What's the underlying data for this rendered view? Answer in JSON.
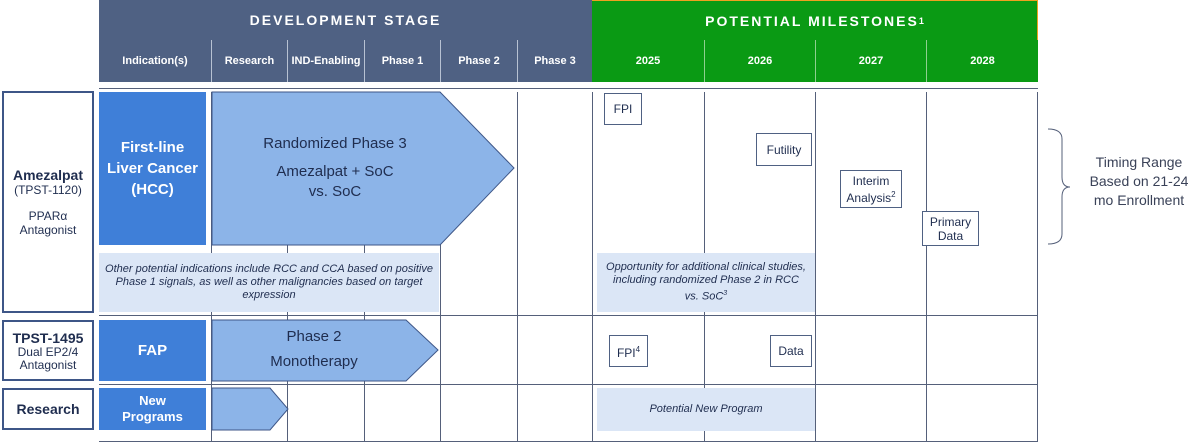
{
  "header": {
    "development_stage": "DEVELOPMENT STAGE",
    "potential_milestones": "POTENTIAL MILESTONES",
    "milestones_footnote": "1"
  },
  "columns": {
    "indications": "Indication(s)",
    "research": "Research",
    "ind_enabling": "IND-Enabling",
    "phase1": "Phase 1",
    "phase2": "Phase 2",
    "phase3": "Phase 3",
    "y2025": "2025",
    "y2026": "2026",
    "y2027": "2027",
    "y2028": "2028"
  },
  "rows": {
    "amezalpat": {
      "name": "Amezalpat",
      "code": "(TPST-1120)",
      "target": "PPARα Antagonist",
      "indication": "First-line Liver Cancer (HCC)",
      "arrow_title": "Randomized Phase 3",
      "arrow_line1": "Amezalpat + SoC",
      "arrow_line2": "vs. SoC",
      "note": "Other potential indications include RCC and CCA based on positive Phase 1 signals, as well as other malignancies based on target expression",
      "opportunity_note": "Opportunity for additional clinical studies, including randomized Phase 2 in RCC vs. SoC",
      "opportunity_footnote": "3",
      "milestones": {
        "fpi": "FPI",
        "futility": "Futility",
        "interim": "Interim Analysis",
        "interim_footnote": "2",
        "primary": "Primary Data"
      },
      "timing": "Timing Range Based on 21-24 mo Enrollment"
    },
    "tpst1495": {
      "name": "TPST-1495",
      "target": "Dual EP2/4 Antagonist",
      "indication": "FAP",
      "arrow_title": "Phase 2",
      "arrow_line1": "Monotherapy",
      "milestones": {
        "fpi": "FPI",
        "fpi_footnote": "4",
        "data": "Data"
      }
    },
    "research": {
      "name": "Research",
      "indication": "New Programs",
      "note": "Potential New Program"
    }
  },
  "colors": {
    "dev_header": "#4f6183",
    "milestone_header": "#0a9a14",
    "indication_fill": "#3f7fd8",
    "arrow_fill": "#8cb4e8",
    "note_fill": "#dbe6f6"
  }
}
